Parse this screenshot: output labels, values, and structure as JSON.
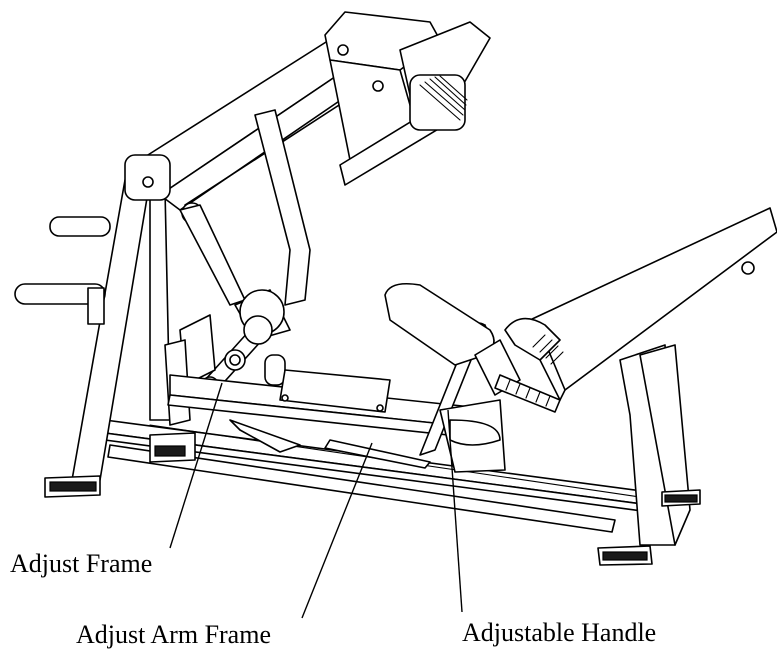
{
  "labels": {
    "adjust_frame": "Adjust Frame",
    "adjust_arm_frame": "Adjust Arm Frame",
    "adjustable_handle": "Adjustable Handle"
  },
  "colors": {
    "line": "#000000",
    "background": "#ffffff"
  }
}
